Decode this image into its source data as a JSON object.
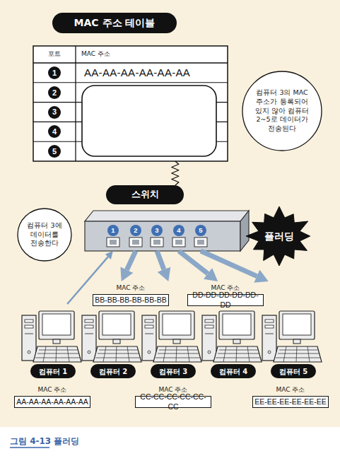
{
  "diagram": {
    "title": "MAC 주소 테이블",
    "caption": "그림 4-13 플러딩",
    "nodes": [
      {
        "text": [
          "포트",
          "MAC 주소",
          "1",
          "2",
          "3",
          "4",
          "5",
          "AA-AA-AA-AA-AA-AA"
        ]
      },
      {
        "text": [
          "컴퓨터 3의 MAC 주소가 등록되어 있지 않아 컴퓨터 2~5로 데이터가 전송된다"
        ]
      },
      {
        "text": [
          "스위치"
        ]
      },
      {
        "text": [
          "1",
          "2",
          "3",
          "4",
          "5"
        ]
      },
      {
        "text": [
          "컴퓨터 3에 데이터를 전송한다"
        ]
      },
      {
        "text": [
          "플러딩"
        ]
      },
      {
        "text": [
          "MAC 주소",
          "BB-BB-BB-BB-BB-BB"
        ]
      },
      {
        "text": [
          "MAC 주소",
          "DD-DD-DD-DD-DD-DD"
        ]
      },
      {
        "text": [
          "컴퓨터 1"
        ]
      },
      {
        "text": [
          "컴퓨터 2"
        ]
      },
      {
        "text": [
          "컴퓨터 3"
        ]
      },
      {
        "text": [
          "컴퓨터 4"
        ]
      },
      {
        "text": [
          "컴퓨터 5"
        ]
      },
      {
        "text": [
          "MAC 주소",
          "AA-AA-AA-AA-AA-AA"
        ]
      },
      {
        "text": [
          "MAC 주소",
          "CC-CC-CC-CC-CC-CC"
        ]
      },
      {
        "text": [
          "MAC 주소",
          "EE-EE-EE-EE-EE-EE"
        ]
      }
    ],
    "edges": [
      {
        "from": 0,
        "to": 2,
        "arrow": "none"
      },
      {
        "from": 8,
        "to": 3,
        "arrow": "to"
      },
      {
        "from": 3,
        "to": 9,
        "arrow": "to"
      },
      {
        "from": 3,
        "to": 10,
        "arrow": "to"
      },
      {
        "from": 3,
        "to": 11,
        "arrow": "to"
      },
      {
        "from": 3,
        "to": 12,
        "arrow": "to"
      }
    ]
  }
}
